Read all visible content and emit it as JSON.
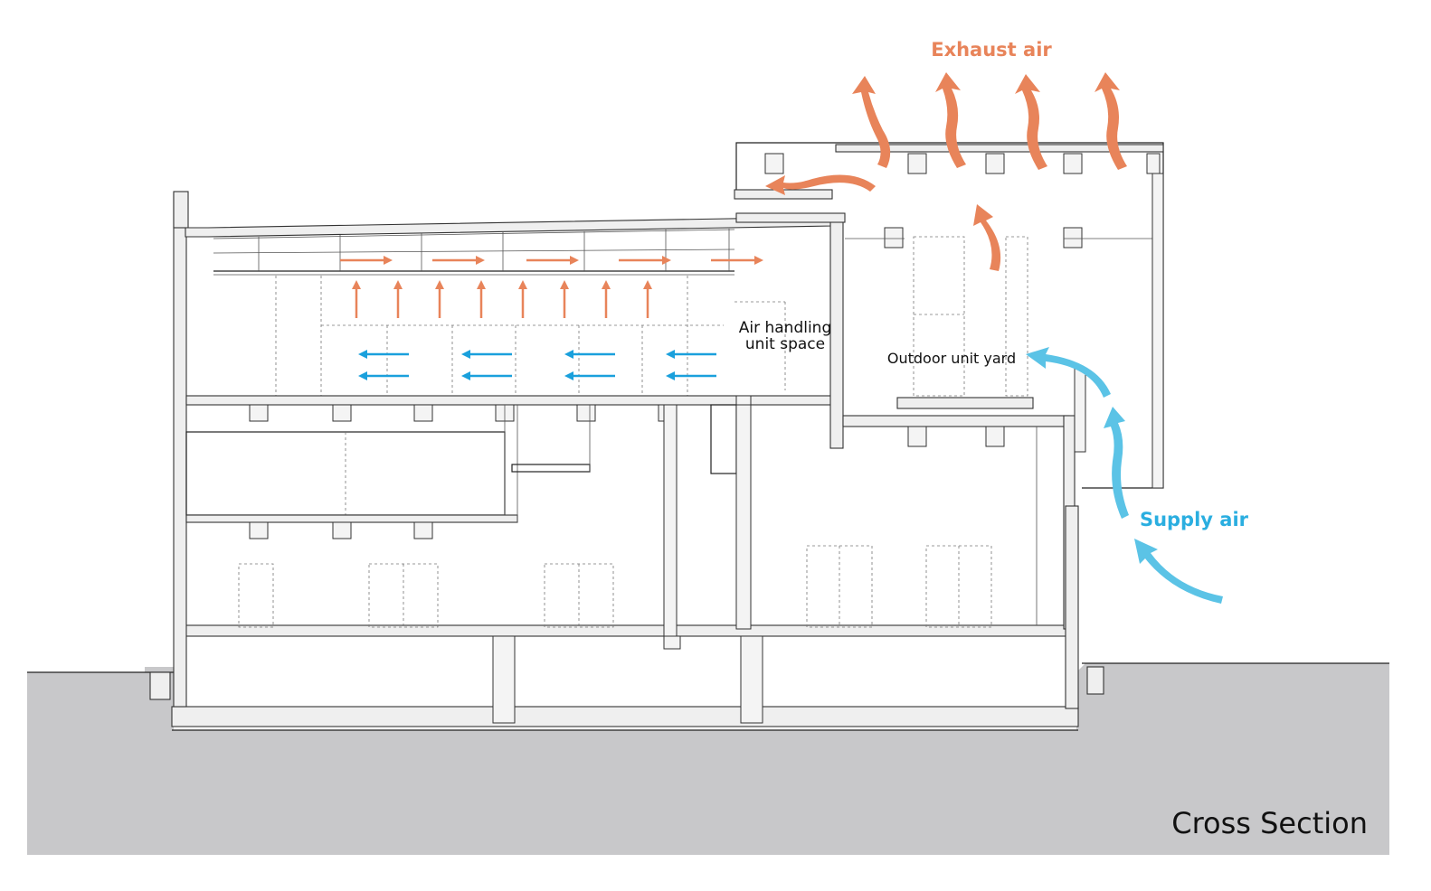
{
  "labels": {
    "exhaust": "Exhaust air",
    "supply": "Supply air",
    "ahu_line1": "Air handling",
    "ahu_line2": "unit space",
    "outdoor": "Outdoor unit yard",
    "title": "Cross Section"
  },
  "colors": {
    "exhaust": "#e8845a",
    "supply": "#5bc3e6",
    "supply_label": "#2aaee0",
    "arrow_blue": "#1aa0dc",
    "ground": "#c8c8ca",
    "line": "#222222"
  }
}
